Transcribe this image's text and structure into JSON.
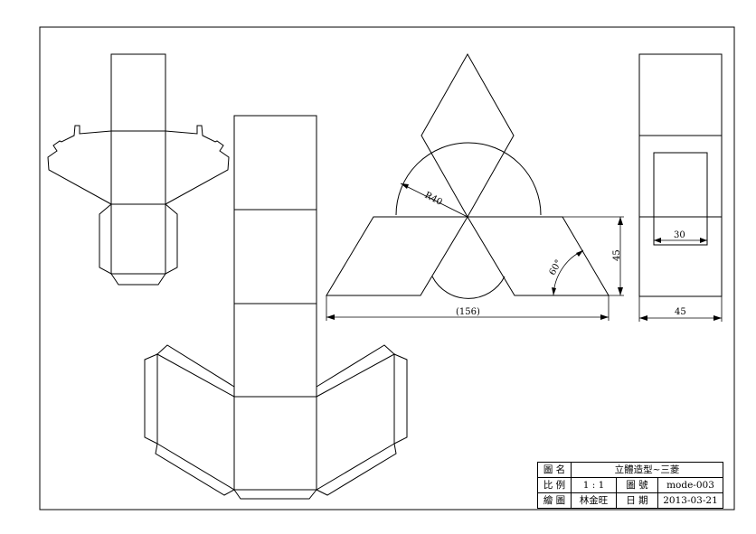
{
  "dimensions": {
    "radius": "R40",
    "height": "45",
    "width_total": "(156)",
    "angle": "60°",
    "inner_width": "30",
    "side_width": "45"
  },
  "title_block": {
    "drawing_name_label": "圖 名",
    "drawing_name": "立體造型~三菱",
    "scale_label": "比 例",
    "scale": "1 : 1",
    "drawing_no_label": "圖 號",
    "drawing_no": "mode-003",
    "drafter_label": "繪 圖",
    "drafter": "林金旺",
    "date_label": "日 期",
    "date": "2013-03-21"
  }
}
